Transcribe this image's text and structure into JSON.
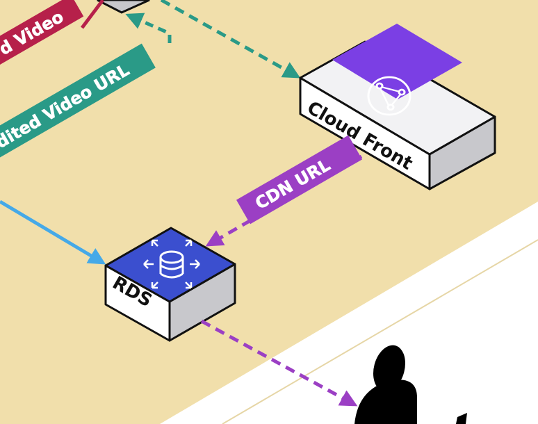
{
  "nodes": {
    "cloudfront": {
      "label": "Cloud Front",
      "icon": "cloudfront-network-icon",
      "accent": "#7b3fe4"
    },
    "rds": {
      "label": "RDS",
      "icon": "rds-database-icon",
      "accent": "#3b4fcf"
    }
  },
  "edges": {
    "upload_video": {
      "text": "d Video",
      "color": "#b6204a"
    },
    "edited_video_url": {
      "text": "dited Video URL",
      "color": "#2a9a87"
    },
    "cdn_url": {
      "text": "CDN URL",
      "color": "#9b3fc4"
    },
    "write_arrow": {
      "color": "#45a9e8"
    },
    "to_user_arrow": {
      "color": "#9b3fc4"
    }
  },
  "user": {
    "icon": "user-icon"
  },
  "colors": {
    "background": "#f1dfab",
    "floor": "#ffffff",
    "box_side_left": "#ffffff",
    "box_side_right": "#c8c8cc"
  }
}
